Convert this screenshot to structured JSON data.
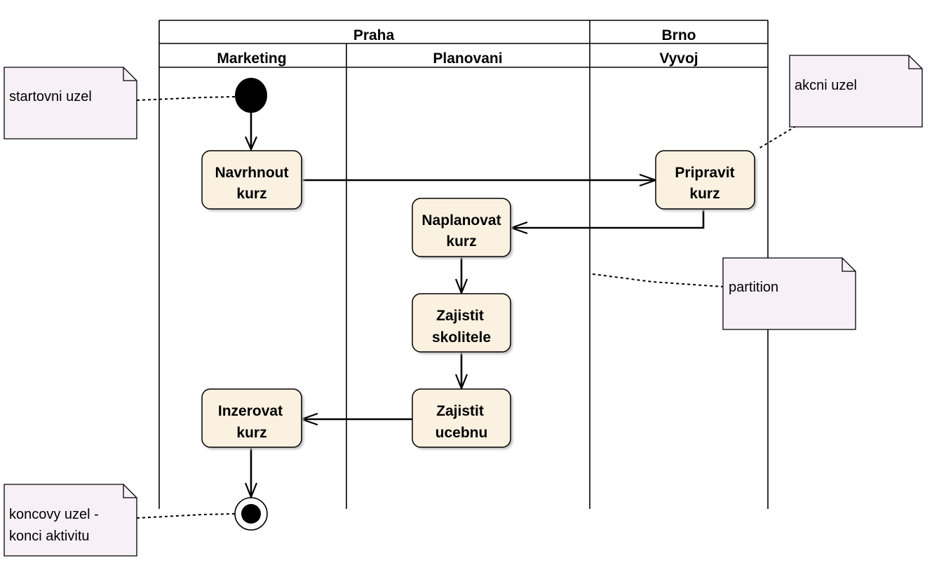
{
  "partitions": {
    "groups": [
      {
        "id": "praha",
        "label": "Praha"
      },
      {
        "id": "brno",
        "label": "Brno"
      }
    ],
    "lanes": [
      {
        "id": "marketing",
        "label": "Marketing"
      },
      {
        "id": "planovani",
        "label": "Planovani"
      },
      {
        "id": "vyvoj",
        "label": "Vyvoj"
      }
    ]
  },
  "nodes": {
    "start": {
      "kind": "initial"
    },
    "navrhnout": {
      "kind": "action",
      "lane": "marketing",
      "lines": [
        "Navrhnout",
        "kurz"
      ]
    },
    "pripravit": {
      "kind": "action",
      "lane": "vyvoj",
      "lines": [
        "Pripravit",
        "kurz"
      ]
    },
    "naplanovat": {
      "kind": "action",
      "lane": "planovani",
      "lines": [
        "Naplanovat",
        "kurz"
      ]
    },
    "zajistit_skolitele": {
      "kind": "action",
      "lane": "planovani",
      "lines": [
        "Zajistit",
        "skolitele"
      ]
    },
    "zajistit_ucebnu": {
      "kind": "action",
      "lane": "planovani",
      "lines": [
        "Zajistit",
        "ucebnu"
      ]
    },
    "inzerovat": {
      "kind": "action",
      "lane": "marketing",
      "lines": [
        "Inzerovat",
        "kurz"
      ]
    },
    "end": {
      "kind": "final"
    }
  },
  "edges": [
    {
      "from": "start",
      "to": "navrhnout"
    },
    {
      "from": "navrhnout",
      "to": "pripravit"
    },
    {
      "from": "pripravit",
      "to": "naplanovat"
    },
    {
      "from": "naplanovat",
      "to": "zajistit_skolitele"
    },
    {
      "from": "zajistit_skolitele",
      "to": "zajistit_ucebnu"
    },
    {
      "from": "zajistit_ucebnu",
      "to": "inzerovat"
    },
    {
      "from": "inzerovat",
      "to": "end"
    }
  ],
  "notes": {
    "start_note": {
      "lines": [
        "startovni uzel"
      ],
      "anchor": "start"
    },
    "action_note": {
      "lines": [
        "akcni uzel"
      ],
      "anchor": "pripravit"
    },
    "partition_note": {
      "lines": [
        "partition"
      ],
      "anchor": "vyvoj-lane"
    },
    "end_note": {
      "lines": [
        "koncovy uzel -",
        "konci aktivitu"
      ],
      "anchor": "end"
    }
  },
  "colors": {
    "action_fill": "#fbf1e1",
    "note_fill": "#f7f1f7",
    "line": "#000000"
  }
}
